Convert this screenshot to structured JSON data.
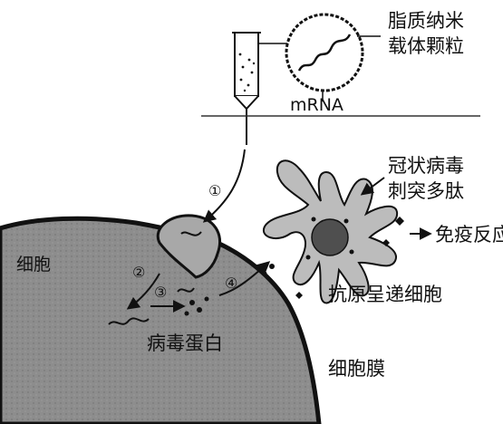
{
  "labels": {
    "lipid_nanoparticle_line1": "脂质纳米",
    "lipid_nanoparticle_line2": "载体颗粒",
    "mrna": "mRNA",
    "spike_protein_line1": "冠状病毒",
    "spike_protein_line2": "刺突多肽",
    "immune_response": "免疫反应",
    "cell": "细胞",
    "viral_protein": "病毒蛋白",
    "apc": "抗原呈递细胞",
    "cell_membrane": "细胞膜"
  },
  "steps": [
    "①",
    "②",
    "③",
    "④"
  ],
  "colors": {
    "ink": "#111111",
    "cell_fill": "#8a8a8a",
    "apc_fill": "#b9b9b9",
    "nucleus": "#555555",
    "watermark": "#d65ac8"
  }
}
